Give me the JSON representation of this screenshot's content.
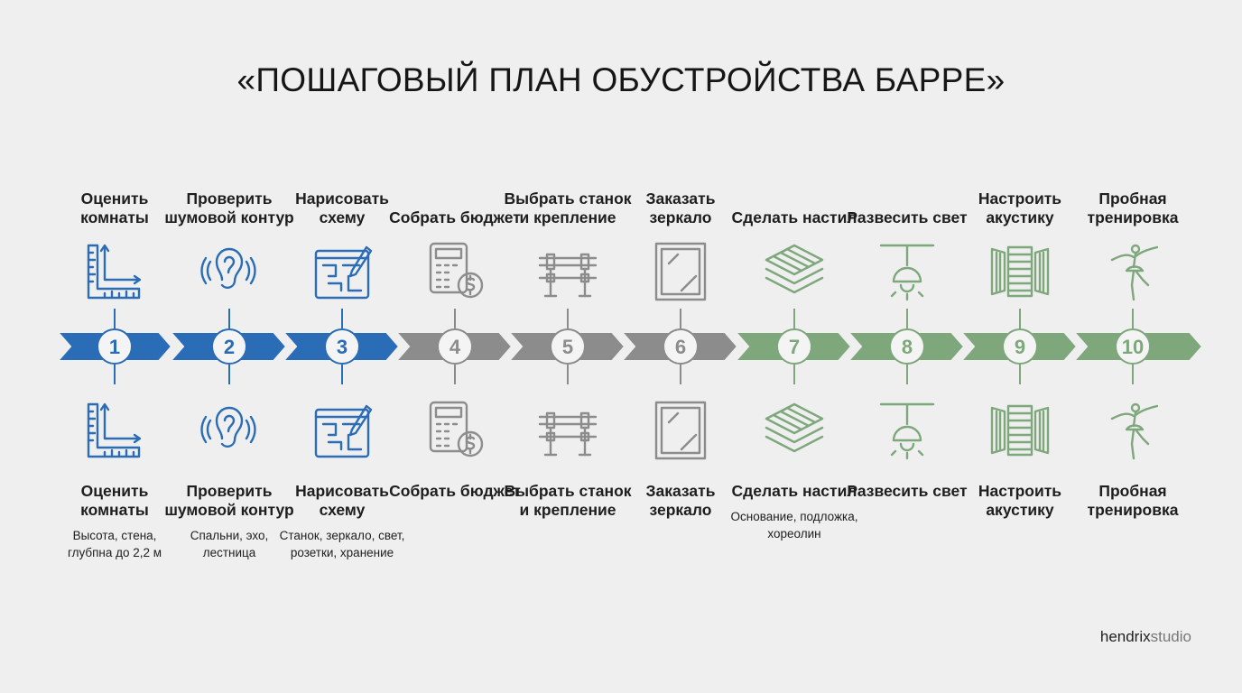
{
  "title": "«ПОШАГОВЫЙ ПЛАН ОБУСТРОЙСТВА БАРРЕ»",
  "colors": {
    "blue": "#2a6cb5",
    "gray": "#8c8c8c",
    "green": "#7fa77c",
    "background": "#efefef"
  },
  "steps": [
    {
      "number": "1",
      "top_label": "Оценить комнаты",
      "bottom_label": "Оценить комнаты",
      "description": "Высота, стена, глубпна до 2,2 м",
      "icon": "ruler-square-icon",
      "color": "blue"
    },
    {
      "number": "2",
      "top_label": "Проверить шумовой контур",
      "bottom_label": "Проверить шумовой контур",
      "description": "Спальни, эхо, лестница",
      "icon": "ear-sound-icon",
      "color": "blue"
    },
    {
      "number": "3",
      "top_label": "Нарисовать схему",
      "bottom_label": "Нарисовать схему",
      "description": "Станок, зеркало, свет, розетки, хранение",
      "icon": "blueprint-pencil-icon",
      "color": "blue"
    },
    {
      "number": "4",
      "top_label": "Собрать бюджет",
      "bottom_label": "Собрать бюджет",
      "description": "",
      "icon": "calculator-dollar-icon",
      "color": "gray"
    },
    {
      "number": "5",
      "top_label": "Выбрать станок и крепление",
      "bottom_label": "Выбрать станок и крепление",
      "description": "",
      "icon": "barre-icon",
      "color": "gray"
    },
    {
      "number": "6",
      "top_label": "Заказать зеркало",
      "bottom_label": "Заказать зеркало",
      "description": "",
      "icon": "mirror-icon",
      "color": "gray"
    },
    {
      "number": "7",
      "top_label": "Сделать настил",
      "bottom_label": "Сделать настил",
      "description": "Основание, подложка, хореолин",
      "icon": "floor-layers-icon",
      "color": "green"
    },
    {
      "number": "8",
      "top_label": "Развесить свет",
      "bottom_label": "Развесить свет",
      "description": "",
      "icon": "pendant-lamp-icon",
      "color": "green"
    },
    {
      "number": "9",
      "top_label": "Настроить акустику",
      "bottom_label": "Настроить акустику",
      "description": "",
      "icon": "acoustic-panels-icon",
      "color": "green"
    },
    {
      "number": "10",
      "top_label": "Пробная тренировка",
      "bottom_label": "Пробная тренировка",
      "description": "",
      "icon": "ballerina-icon",
      "color": "green"
    }
  ],
  "brand": {
    "part1": "hendrix",
    "part2": "studio"
  }
}
